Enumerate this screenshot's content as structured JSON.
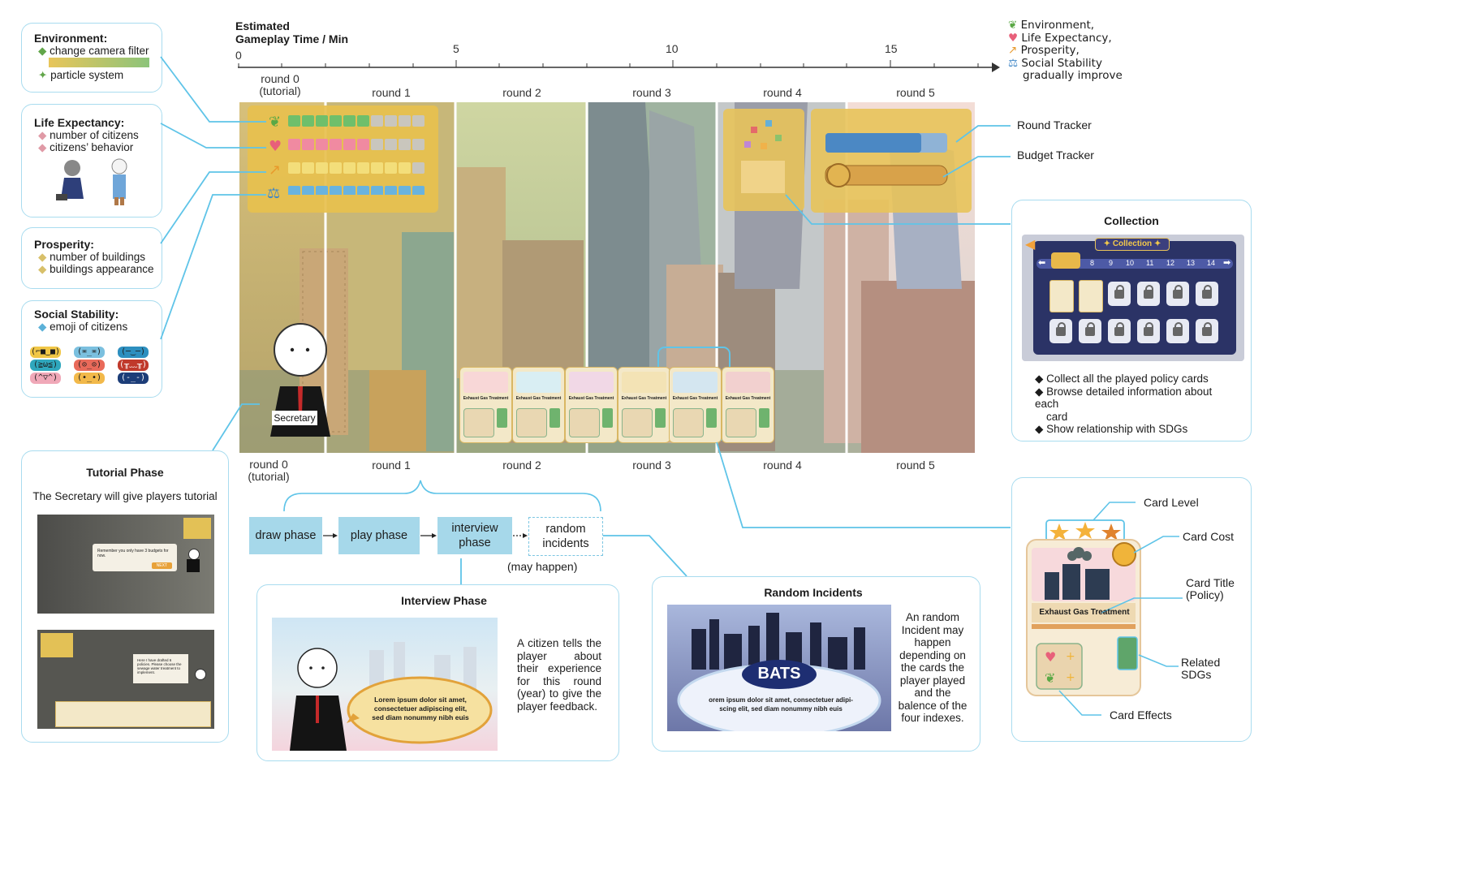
{
  "timeline": {
    "title_line1": "Estimated",
    "title_line2": "Gameplay Time / Min",
    "ticks": [
      "0",
      "5",
      "10",
      "15"
    ],
    "improve_lines": [
      "Environment,",
      "Life Expectancy,",
      "Prosperity,",
      "Social Stability",
      "gradually improve"
    ]
  },
  "rounds": {
    "top": [
      "round 0",
      "(tutorial)",
      "round 1",
      "round 2",
      "round 3",
      "round 4",
      "round 5"
    ],
    "bottom": [
      "round 0",
      "(tutorial)",
      "round 1",
      "round 2",
      "round 3",
      "round 4",
      "round 5"
    ]
  },
  "environment": {
    "title": "Environment:",
    "item1": "change camera filter",
    "item2": "particle system"
  },
  "life": {
    "title": "Life Expectancy:",
    "item1": "number of citizens",
    "item2": "citizens’ behavior"
  },
  "prosperity": {
    "title": "Prosperity:",
    "item1": "number of buildings",
    "item2": "buildings appearance"
  },
  "social": {
    "title": "Social Stability:",
    "item1": "emoji of citizens",
    "emojis": [
      "(⌐■‿■)",
      "(≖_≖)",
      "(─‿─)",
      "(≧ω≦)",
      "(⊙_⊙)",
      "(╥﹏╥)",
      "(^▽^)",
      "(•_•)",
      "(-_-)"
    ]
  },
  "scene": {
    "secretary": "Secretary",
    "card_title": "Exhaust Gas Treatment"
  },
  "trackers": {
    "round": "Round Tracker",
    "budget": "Budget Tracker"
  },
  "collection": {
    "title": "Collection",
    "banner": "Collection",
    "nums": [
      "8",
      "9",
      "10",
      "11",
      "12",
      "13",
      "14"
    ],
    "bullets": [
      "Collect all the played policy cards",
      "Browse detailed information about each",
      "card",
      "Show relationship with SDGs"
    ]
  },
  "tutorial": {
    "title": "Tutorial Phase",
    "desc": "The Secretary will give players tutorial",
    "dialog1": "Remember you only have 3 budgets for now.",
    "next": "NEXT",
    "dialog2": "Here I have drafted 6 policies. Please choose the sewage water treatment to implement."
  },
  "flow": {
    "draw": "draw phase",
    "play": "play phase",
    "interview": "interview phase",
    "random": "random incidents",
    "may": "(may happen)"
  },
  "interview": {
    "title": "Interview Phase",
    "bubble": "Lorem ipsum dolor sit amet, consectetuer adipiscing elit, sed diam nonummy nibh euis",
    "desc": "A citizen tells the player about their experience for this round (year) to give the player feedback."
  },
  "random": {
    "title": "Random Incidents",
    "bats": "BATS",
    "text": "orem ipsum dolor sit amet, consectetuer adipi-scing elit, sed diam nonummy nibh euis",
    "desc": "An random Incident may happen depending on the cards the player played and the balence of the four indexes."
  },
  "card_anatomy": {
    "level": "Card Level",
    "cost": "Card Cost",
    "title_label": "Card Title (Policy)",
    "sdgs": "Related SDGs",
    "effects": "Card Effects",
    "card_title": "Exhaust Gas Treatment"
  },
  "colors": {
    "accent": "#5fc4e8",
    "panel_border": "#a9dcef",
    "flow_box": "#a6d8ea"
  },
  "index_levels": {
    "environment": 0.6,
    "life": 0.55,
    "prosperity": 0.9,
    "social": 0.95
  }
}
